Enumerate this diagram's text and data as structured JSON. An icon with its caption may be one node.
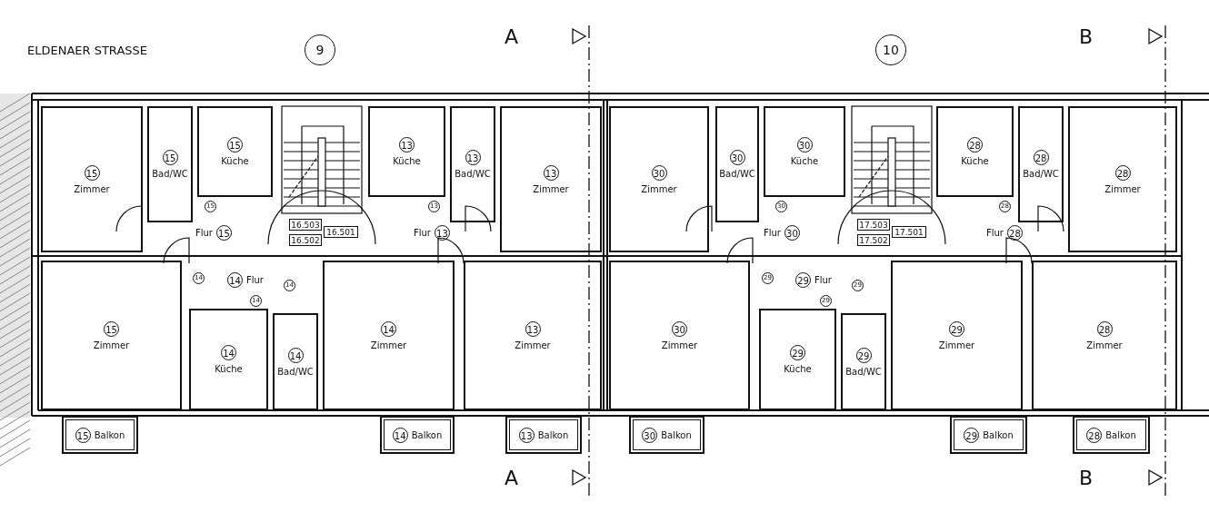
{
  "diagram": {
    "nodes": [
      {
        "text": [
          "9"
        ]
      },
      {
        "text": [
          "10"
        ]
      },
      {
        "text": [
          "15",
          "Zimmer"
        ]
      },
      {
        "text": [
          "15",
          "Bad/WC"
        ]
      },
      {
        "text": [
          "15",
          "Küche"
        ]
      },
      {
        "text": [
          "13",
          "Küche"
        ]
      },
      {
        "text": [
          "13",
          "Bad/WC"
        ]
      },
      {
        "text": [
          "13",
          "Zimmer"
        ]
      },
      {
        "text": [
          "Flur",
          "15"
        ]
      },
      {
        "text": [
          "Flur",
          "13"
        ]
      },
      {
        "text": [
          "15",
          "Zimmer"
        ]
      },
      {
        "text": [
          "14",
          "Flur"
        ]
      },
      {
        "text": [
          "14",
          "Küche"
        ]
      },
      {
        "text": [
          "14",
          "Bad/WC"
        ]
      },
      {
        "text": [
          "14",
          "Zimmer"
        ]
      },
      {
        "text": [
          "13",
          "Zimmer"
        ]
      },
      {
        "text": [
          "15",
          "Balkon"
        ]
      },
      {
        "text": [
          "14",
          "Balkon"
        ]
      },
      {
        "text": [
          "13",
          "Balkon"
        ]
      },
      {
        "text": [
          "30",
          "Zimmer"
        ]
      },
      {
        "text": [
          "30",
          "Bad/WC"
        ]
      },
      {
        "text": [
          "30",
          "Küche"
        ]
      },
      {
        "text": [
          "28",
          "Küche"
        ]
      },
      {
        "text": [
          "28",
          "Bad/WC"
        ]
      },
      {
        "text": [
          "28",
          "Zimmer"
        ]
      },
      {
        "text": [
          "Flur",
          "30"
        ]
      },
      {
        "text": [
          "Flur",
          "28"
        ]
      },
      {
        "text": [
          "30",
          "Zimmer"
        ]
      },
      {
        "text": [
          "29",
          "Flur"
        ]
      },
      {
        "text": [
          "29",
          "Küche"
        ]
      },
      {
        "text": [
          "29",
          "Bad/WC"
        ]
      },
      {
        "text": [
          "29",
          "Zimmer"
        ]
      },
      {
        "text": [
          "28",
          "Zimmer"
        ]
      },
      {
        "text": [
          "30",
          "Balkon"
        ]
      },
      {
        "text": [
          "29",
          "Balkon"
        ]
      },
      {
        "text": [
          "28",
          "Balkon"
        ]
      },
      {
        "text": [
          "15"
        ]
      },
      {
        "text": [
          "13"
        ]
      },
      {
        "text": [
          "30"
        ]
      },
      {
        "text": [
          "28"
        ]
      },
      {
        "text": [
          "14"
        ]
      },
      {
        "text": [
          "14"
        ]
      },
      {
        "text": [
          "14"
        ]
      },
      {
        "text": [
          "29"
        ]
      },
      {
        "text": [
          "29"
        ]
      },
      {
        "text": [
          "29"
        ]
      },
      {
        "text": [
          "16.503"
        ]
      },
      {
        "text": [
          "16.501"
        ]
      },
      {
        "text": [
          "16.502"
        ]
      },
      {
        "text": [
          "17.503"
        ]
      },
      {
        "text": [
          "17.501"
        ]
      },
      {
        "text": [
          "17.502"
        ]
      }
    ],
    "labels": [
      "ELDENAER STRASSE",
      "A",
      "B",
      "A",
      "B"
    ]
  }
}
